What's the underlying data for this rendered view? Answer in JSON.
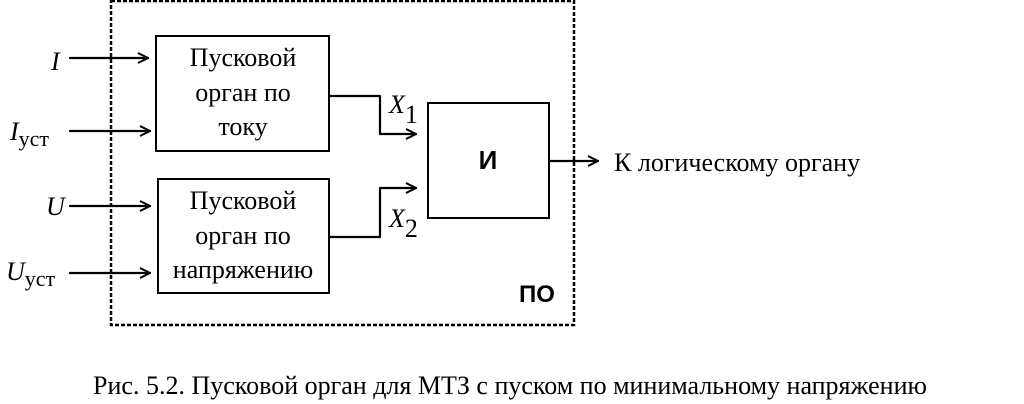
{
  "enclosure": {
    "label": "ПО"
  },
  "inputs": {
    "i": {
      "main": "I",
      "sub": ""
    },
    "i_set": {
      "main": "I",
      "sub": "уст"
    },
    "u": {
      "main": "U",
      "sub": ""
    },
    "u_set": {
      "main": "U",
      "sub": "уст"
    }
  },
  "blocks": {
    "current": {
      "lines": [
        "Пусковой",
        "орган по",
        "току"
      ]
    },
    "voltage": {
      "lines": [
        "Пусковой",
        "орган по",
        "напряжению"
      ]
    },
    "and": {
      "label": "И"
    }
  },
  "signals": {
    "x1": {
      "main": "X",
      "sub": "1"
    },
    "x2": {
      "main": "X",
      "sub": "2"
    }
  },
  "output": {
    "label": "К логическому органу"
  },
  "caption": "Рис. 5.2. Пусковой орган для МТЗ с пуском по минимальному напряжению"
}
